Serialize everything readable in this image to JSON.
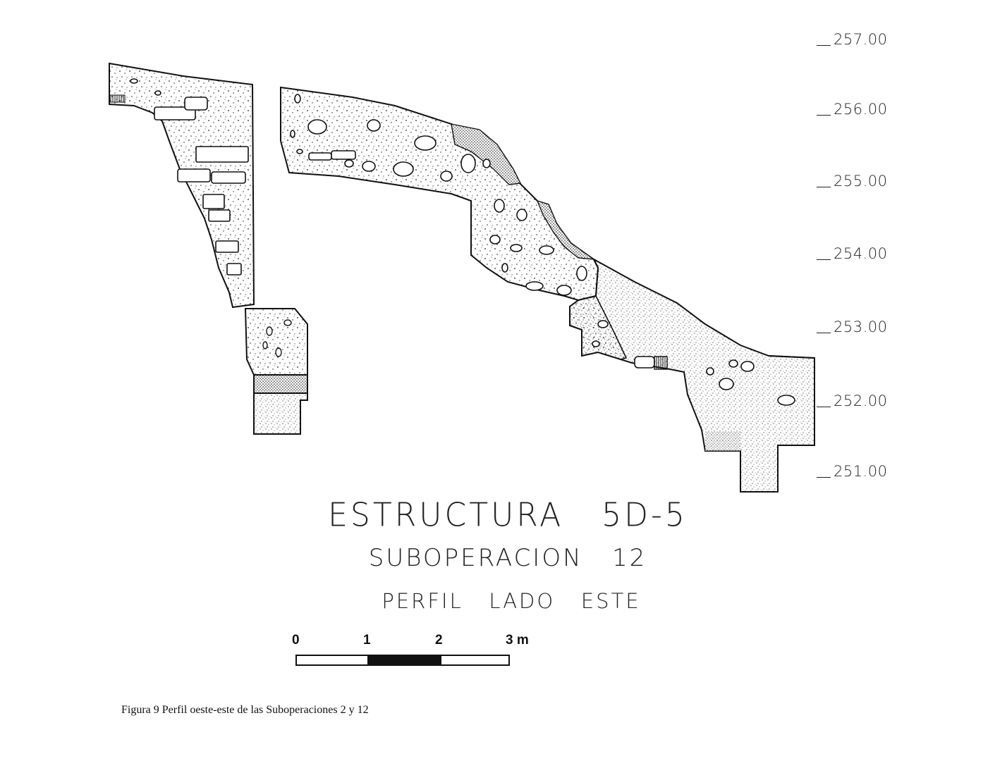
{
  "elevations": [
    "257.00",
    "256.00",
    "255.00",
    "254.00",
    "253.00",
    "252.00",
    "251.00"
  ],
  "title": {
    "line1": "ESTRUCTURA   5D-5",
    "line2": "SUBOPERACION   12",
    "line3": "PERFIL   LADO   ESTE"
  },
  "scale": {
    "labels": [
      "0",
      "1",
      "2",
      "3 m"
    ],
    "segment_fills": [
      "white",
      "black",
      "white"
    ]
  },
  "caption": "Figura 9   Perfil oeste-este de las Suboperaciones 2 y 12",
  "colors": {
    "ink": "#111111",
    "paper": "#ffffff"
  }
}
